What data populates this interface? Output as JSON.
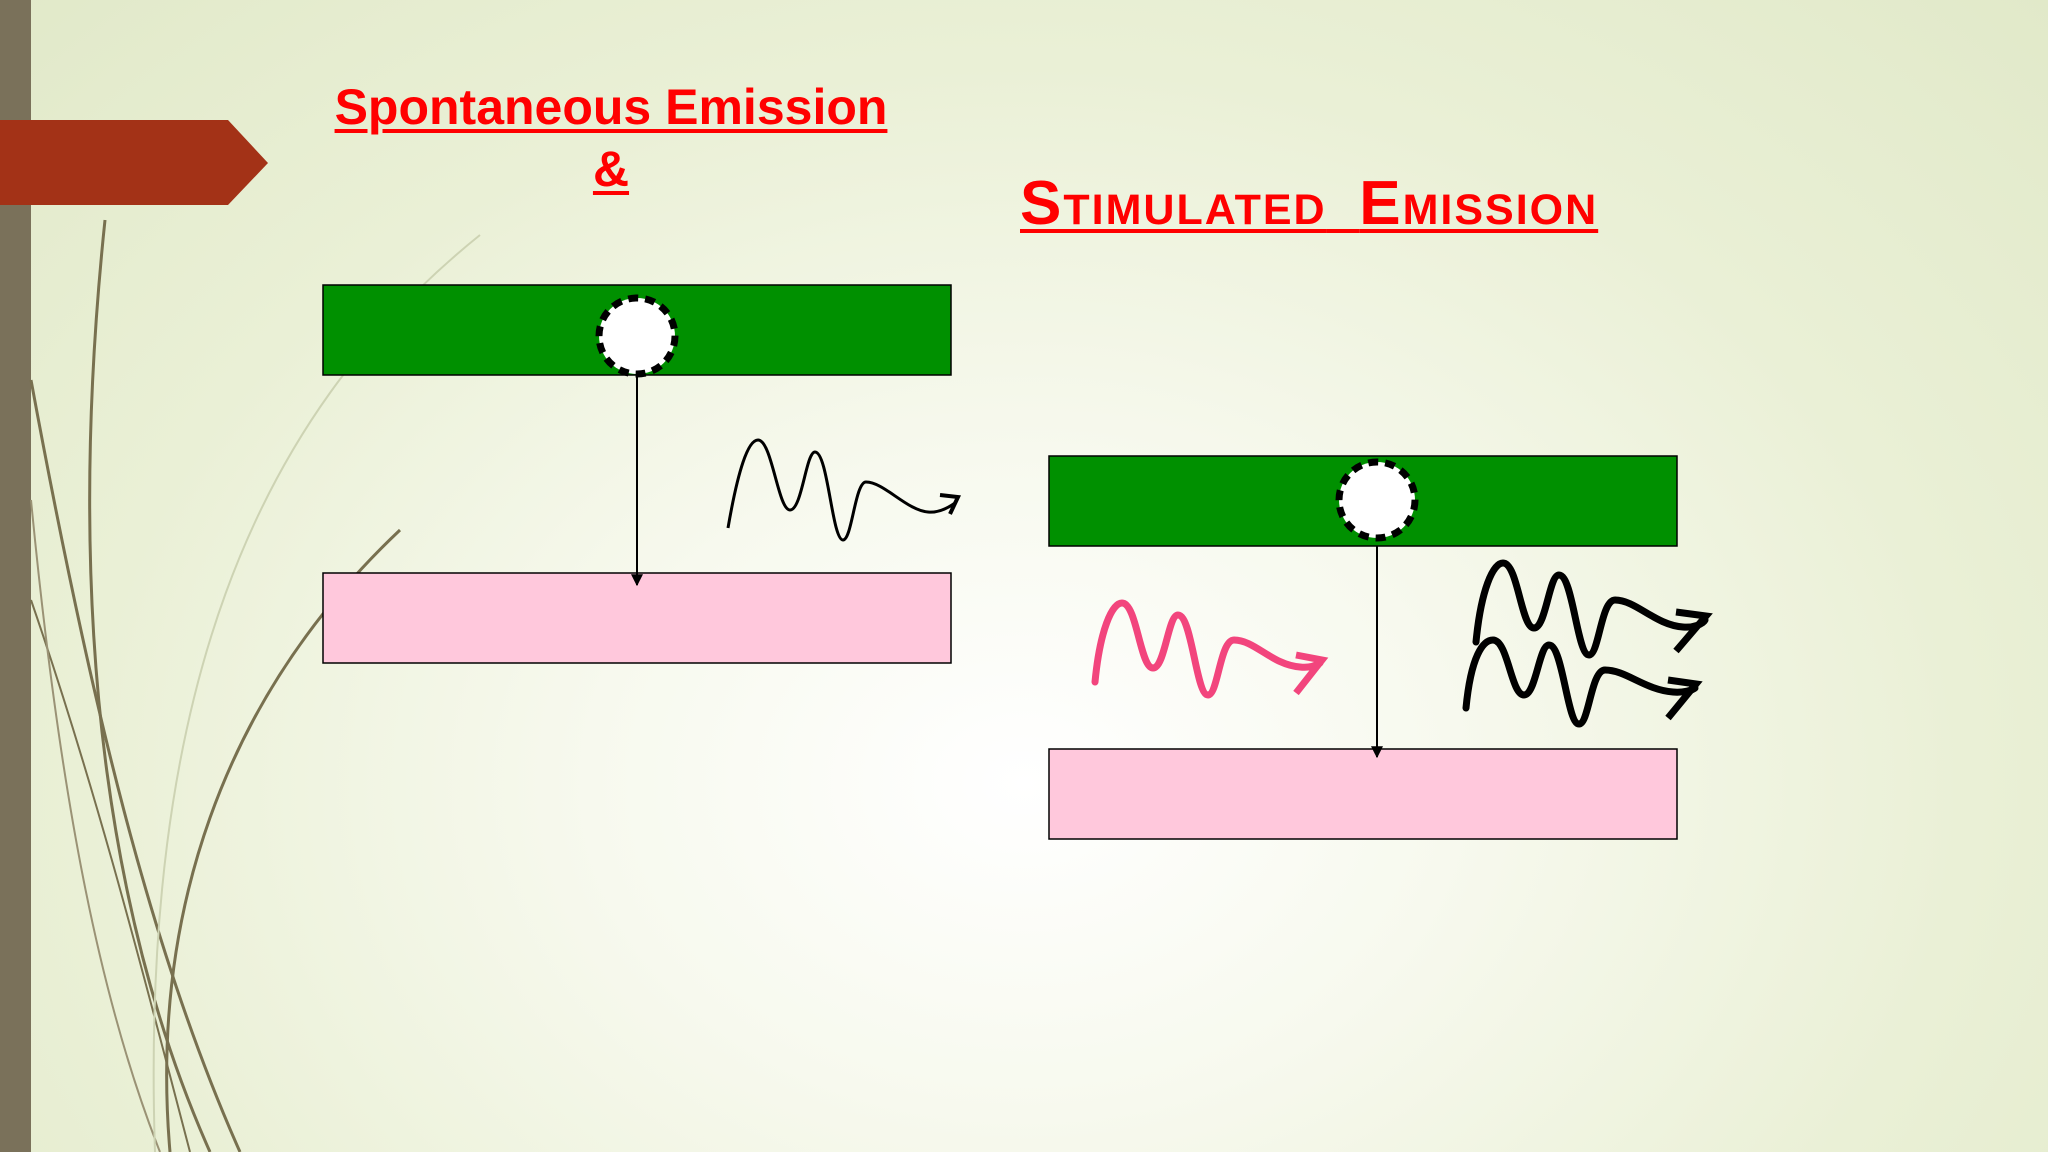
{
  "slide": {
    "title_line1": "Spontaneous Emission",
    "title_line2": "&",
    "title2_word1": "Stimulated",
    "title2_word2": "Emission"
  },
  "colors": {
    "title": "#ff0000",
    "upper_level": "#009000",
    "lower_level": "#ffc8dc",
    "incident_photon": "#f2457d",
    "emitted_photon": "#000000",
    "ribbon": "#a33217",
    "side_bar": "#7a715a"
  },
  "diagrams": [
    {
      "name": "spontaneous",
      "levels": [
        "upper-level",
        "lower-level"
      ],
      "electron": "dashed-circle",
      "transition": "downward-arrow",
      "photons": [
        "emitted-wave"
      ]
    },
    {
      "name": "stimulated",
      "levels": [
        "upper-level",
        "lower-level"
      ],
      "electron": "dashed-circle",
      "transition": "downward-arrow",
      "photons": [
        "incident-wave",
        "emitted-wave-1",
        "emitted-wave-2"
      ]
    }
  ]
}
